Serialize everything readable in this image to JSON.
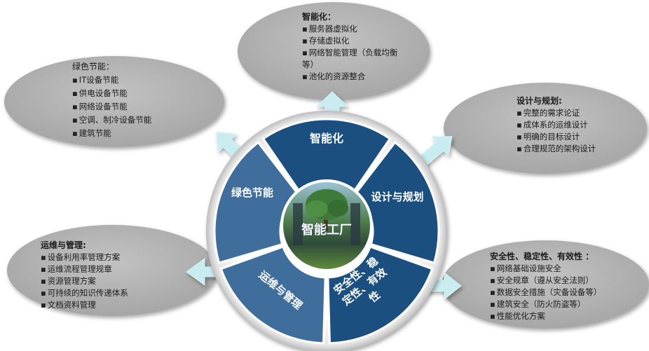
{
  "center": {
    "label": "智能工厂"
  },
  "segments": {
    "top": "智能化",
    "right": "设计与规划",
    "bottom_right": [
      "安全性、稳",
      "定性、有效",
      "性"
    ],
    "bottom_left": "运维与管理",
    "left": "绿色节能"
  },
  "bubbles": {
    "intelligent": {
      "title": "智能化：",
      "items": [
        "服务器虚拟化",
        "存储虚拟化",
        "网络智能管理（负载均衡等）",
        "池化的资源整合"
      ]
    },
    "green": {
      "title": "绿色节能：",
      "items": [
        "IT设备节能",
        "供电设备节能",
        "网络设备节能",
        "空调、制冷设备节能",
        "建筑节能"
      ]
    },
    "design": {
      "title": "设计与规划:",
      "items": [
        "完整的需求论证",
        "成体系的运维设计",
        "明确的目标设计",
        "合理规范的架构设计"
      ]
    },
    "ops": {
      "title": "运维与管理:",
      "items": [
        "设备利用率管理方案",
        "运维流程管理规章",
        "资源管理方案",
        "可持续的知识传递体系",
        "文档资料管理"
      ]
    },
    "security": {
      "title": "安全性、稳定性、有效性 ：",
      "items": [
        "网络基础设施安全",
        "安全规章（遵从安全法则）",
        "数据安全措施（灾备设备等）",
        "建筑安全（防火防盗等）",
        "性能优化方案"
      ]
    }
  },
  "colors": {
    "dark_blue": "#1a4f80",
    "mid_blue": "#3f6d9c",
    "bubble_gray": "#b3b3b3",
    "arrow": "#c9ecf1"
  }
}
